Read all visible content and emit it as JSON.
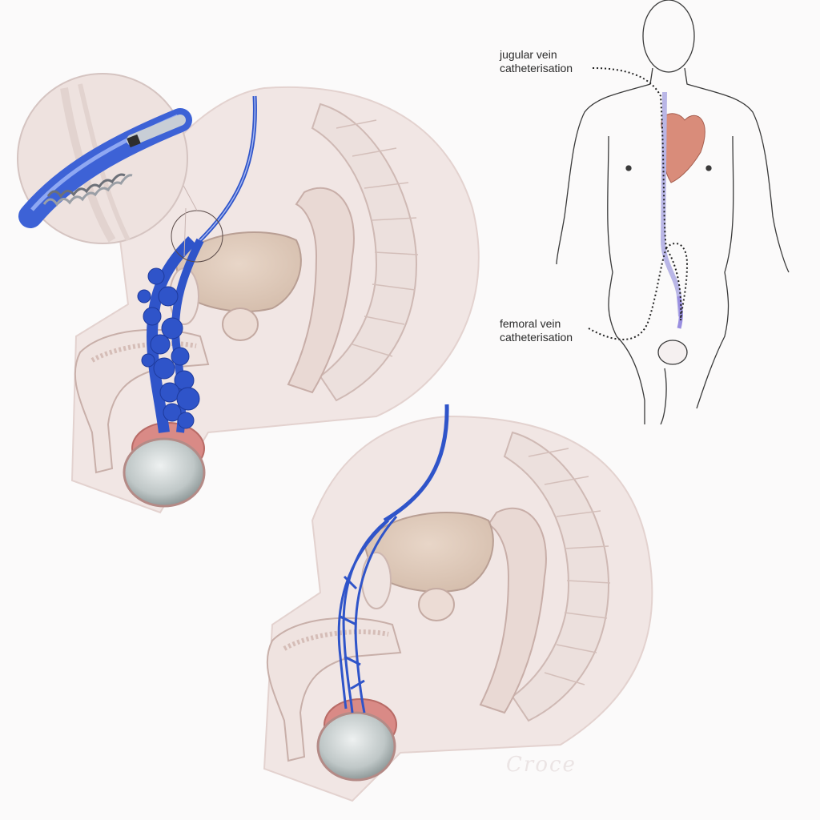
{
  "figure": {
    "subject": "Varicocele embolization via venous catheterisation",
    "labels": {
      "jugular": {
        "line1": "jugular vein",
        "line2": "catheterisation"
      },
      "femoral": {
        "line1": "femoral vein",
        "line2": "catheterisation"
      }
    },
    "panels": [
      {
        "id": "before",
        "description": "Sagittal pelvis with dilated blue varicose veins (varicocele) and catheter inserted"
      },
      {
        "id": "after",
        "description": "Sagittal pelvis with normal blue veins after embolization"
      },
      {
        "id": "inset",
        "description": "Magnified circle showing catheter deploying embolization coil within vein"
      },
      {
        "id": "body",
        "description": "Outline of male body with dotted catheter routes from jugular and femoral veins"
      }
    ],
    "signature": "Croce",
    "colors": {
      "vein": "#2f54c9",
      "tissue": "#eddcd8",
      "tissue_outline": "#cdb5b0",
      "heart": "#d98c7a",
      "testis": "#c9cfcf",
      "epididymis": "#d98a86",
      "background": "#fbfafa"
    }
  }
}
